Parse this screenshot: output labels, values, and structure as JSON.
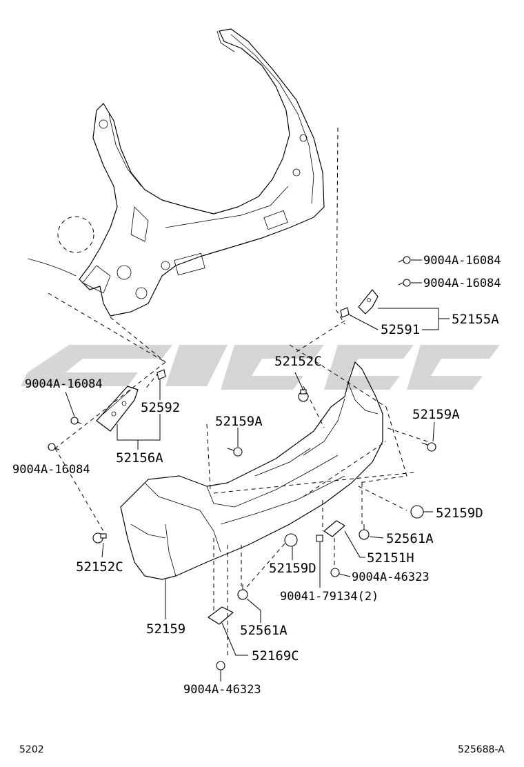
{
  "callouts": {
    "c1": "9004A-16084",
    "c2": "9004A-16084",
    "c3": "52155A",
    "c4": "52591",
    "c5": "52152C",
    "c6": "9004A-16084",
    "c7": "52592",
    "c8": "52159A",
    "c9": "52159A",
    "c10": "9004A-16084",
    "c11": "52156A",
    "c12": "52159D",
    "c13": "52561A",
    "c14": "52151H",
    "c15": "52152C",
    "c16": "52159D",
    "c17": "9004A-46323",
    "c18": "90041-79134(2)",
    "c19": "52159",
    "c20": "52561A",
    "c21": "52169C",
    "c22": "9004A-46323"
  },
  "footer": {
    "left": "5202",
    "right": "525688-A"
  },
  "colors": {
    "line": "#000000",
    "background": "#ffffff",
    "watermark": "#c8c8c8"
  }
}
